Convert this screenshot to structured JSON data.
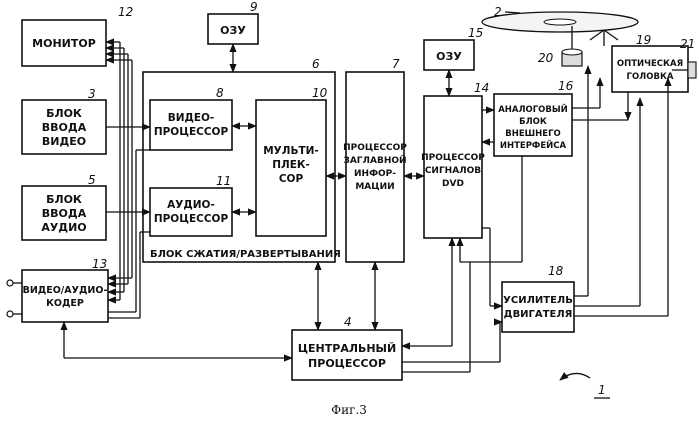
{
  "figure": {
    "caption": "Фиг.3",
    "system_ref": "1",
    "blocks": {
      "monitor": {
        "num": "12",
        "lines": [
          "МОНИТОР"
        ]
      },
      "video_input": {
        "num": "3",
        "lines": [
          "БЛОК",
          "ВВОДА",
          "ВИДЕО"
        ]
      },
      "audio_input": {
        "num": "5",
        "lines": [
          "БЛОК",
          "ВВОДА",
          "АУДИО"
        ]
      },
      "av_coder": {
        "num": "13",
        "lines": [
          "ВИДЕО/АУДИО-",
          "КОДЕР"
        ]
      },
      "ram1": {
        "num": "9",
        "lines": [
          "ОЗУ"
        ]
      },
      "compression_unit": {
        "num": "6",
        "lines": [
          "БЛОК СЖАТИЯ/РАЗВЕРТЫВАНИЯ"
        ]
      },
      "video_processor": {
        "num": "8",
        "lines": [
          "ВИДЕО-",
          "ПРОЦЕССОР"
        ]
      },
      "audio_processor": {
        "num": "11",
        "lines": [
          "АУДИО-",
          "ПРОЦЕССОР"
        ]
      },
      "multiplexer": {
        "num": "10",
        "lines": [
          "МУЛЬТИ-",
          "ПЛЕК-",
          "СОР"
        ]
      },
      "title_processor": {
        "num": "7",
        "lines": [
          "ПРОЦЕССОР",
          "ЗАГЛАВНОЙ",
          "ИНФОР-",
          "МАЦИИ"
        ]
      },
      "ram2": {
        "num": "15",
        "lines": [
          "ОЗУ"
        ]
      },
      "dvd_processor": {
        "num": "14",
        "lines": [
          "ПРОЦЕССОР",
          "СИГНАЛОВ",
          "DVD"
        ]
      },
      "analog_interface": {
        "num": "16",
        "lines": [
          "АНАЛОГОВЫЙ",
          "БЛОК",
          "ВНЕШНЕГО",
          "ИНТЕРФЕЙСА"
        ]
      },
      "optical_head": {
        "num": "19",
        "lines": [
          "ОПТИЧЕСКАЯ",
          "ГОЛОВКА"
        ]
      },
      "motor_amp": {
        "num": "18",
        "lines": [
          "УСИЛИТЕЛЬ",
          "ДВИГАТЕЛЯ"
        ]
      },
      "cpu": {
        "num": "4",
        "lines": [
          "ЦЕНТРАЛЬНЫЙ",
          "ПРОЦЕССОР"
        ]
      }
    },
    "parts": {
      "disc": "2",
      "spindle_motor": "20",
      "thread_motor": "21"
    }
  }
}
